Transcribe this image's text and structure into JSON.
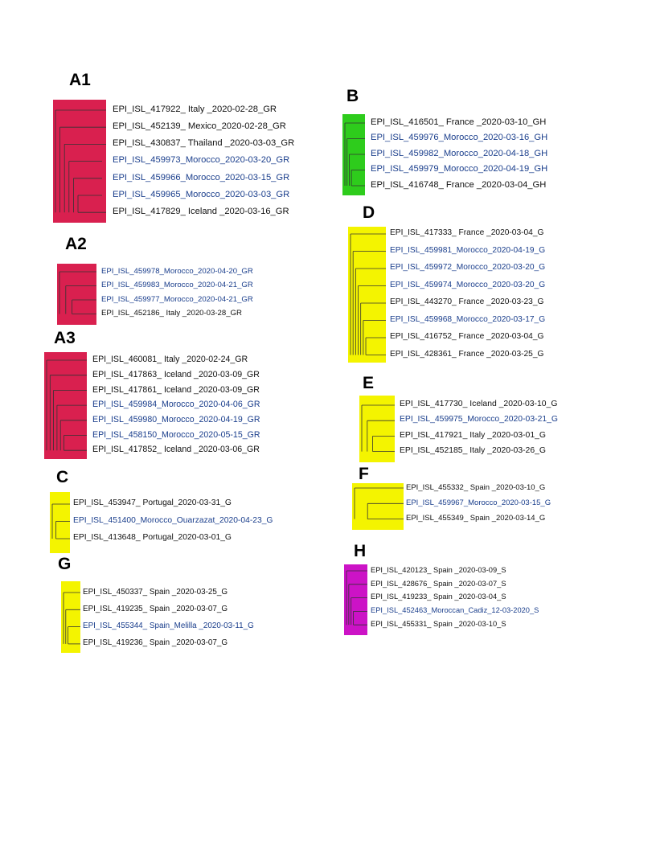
{
  "colors": {
    "red": "#d9204f",
    "green": "#2ecc1c",
    "yellow": "#f4f400",
    "magenta": "#cc13c6",
    "moroccan_text": "#1a3e8c",
    "other_text": "#111111"
  },
  "panels": [
    {
      "id": "A1",
      "label": "A1",
      "color": "red",
      "leaves": [
        {
          "text": "EPI_ISL_417922_ Italy _2020-02-28_GR",
          "moroccan": false
        },
        {
          "text": "EPI_ISL_452139_ Mexico_2020-02-28_GR",
          "moroccan": false
        },
        {
          "text": "EPI_ISL_430837_ Thailand _2020-03-03_GR",
          "moroccan": false
        },
        {
          "text": "EPI_ISL_459973_Morocco_2020-03-20_GR",
          "moroccan": true
        },
        {
          "text": "EPI_ISL_459966_Morocco_2020-03-15_GR",
          "moroccan": true
        },
        {
          "text": "EPI_ISL_459965_Morocco_2020-03-03_GR",
          "moroccan": true
        },
        {
          "text": "EPI_ISL_417829_ Iceland _2020-03-16_GR",
          "moroccan": false
        }
      ]
    },
    {
      "id": "A2",
      "label": "A2",
      "color": "red",
      "leaves": [
        {
          "text": "EPI_ISL_459978_Morocco_2020-04-20_GR",
          "moroccan": true
        },
        {
          "text": "EPI_ISL_459983_Morocco_2020-04-21_GR",
          "moroccan": true
        },
        {
          "text": "EPI_ISL_459977_Morocco_2020-04-21_GR",
          "moroccan": true
        },
        {
          "text": "EPI_ISL_452186_ Italy _2020-03-28_GR",
          "moroccan": false
        }
      ]
    },
    {
      "id": "A3",
      "label": "A3",
      "color": "red",
      "leaves": [
        {
          "text": "EPI_ISL_460081_ Italy _2020-02-24_GR",
          "moroccan": false
        },
        {
          "text": "EPI_ISL_417863_ Iceland _2020-03-09_GR",
          "moroccan": false
        },
        {
          "text": "EPI_ISL_417861_ Iceland _2020-03-09_GR",
          "moroccan": false
        },
        {
          "text": "EPI_ISL_459984_Morocco_2020-04-06_GR",
          "moroccan": true
        },
        {
          "text": "EPI_ISL_459980_Morocco_2020-04-19_GR",
          "moroccan": true
        },
        {
          "text": "EPI_ISL_458150_Morocco_2020-05-15_GR",
          "moroccan": true
        },
        {
          "text": "EPI_ISL_417852_ Iceland _2020-03-06_GR",
          "moroccan": false
        }
      ]
    },
    {
      "id": "C",
      "label": "C",
      "color": "yellow",
      "leaves": [
        {
          "text": "EPI_ISL_453947_ Portugal_2020-03-31_G",
          "moroccan": false
        },
        {
          "text": "EPI_ISL_451400_Morocco_Ouarzazat_2020-04-23_G",
          "moroccan": true
        },
        {
          "text": "EPI_ISL_413648_ Portugal_2020-03-01_G",
          "moroccan": false
        }
      ]
    },
    {
      "id": "G",
      "label": "G",
      "color": "yellow",
      "leaves": [
        {
          "text": "EPI_ISL_450337_ Spain _2020-03-25_G",
          "moroccan": false
        },
        {
          "text": "EPI_ISL_419235_ Spain _2020-03-07_G",
          "moroccan": false
        },
        {
          "text": "EPI_ISL_455344_ Spain_Melilla _2020-03-11_G",
          "moroccan": true
        },
        {
          "text": "EPI_ISL_419236_ Spain _2020-03-07_G",
          "moroccan": false
        }
      ]
    },
    {
      "id": "B",
      "label": "B",
      "color": "green",
      "leaves": [
        {
          "text": "EPI_ISL_416501_ France _2020-03-10_GH",
          "moroccan": false
        },
        {
          "text": "EPI_ISL_459976_Morocco_2020-03-16_GH",
          "moroccan": true
        },
        {
          "text": "EPI_ISL_459982_Morocco_2020-04-18_GH",
          "moroccan": true
        },
        {
          "text": "EPI_ISL_459979_Morocco_2020-04-19_GH",
          "moroccan": true
        },
        {
          "text": "EPI_ISL_416748_ France _2020-03-04_GH",
          "moroccan": false
        }
      ]
    },
    {
      "id": "D",
      "label": "D",
      "color": "yellow",
      "leaves": [
        {
          "text": "EPI_ISL_417333_ France _2020-03-04_G",
          "moroccan": false
        },
        {
          "text": "EPI_ISL_459981_Morocco_2020-04-19_G",
          "moroccan": true
        },
        {
          "text": "EPI_ISL_459972_Morocco_2020-03-20_G",
          "moroccan": true
        },
        {
          "text": "EPI_ISL_459974_Morocco_2020-03-20_G",
          "moroccan": true
        },
        {
          "text": "EPI_ISL_443270_ France _2020-03-23_G",
          "moroccan": false
        },
        {
          "text": "EPI_ISL_459968_Morocco_2020-03-17_G",
          "moroccan": true
        },
        {
          "text": "EPI_ISL_416752_ France _2020-03-04_G",
          "moroccan": false
        },
        {
          "text": "EPI_ISL_428361_ France _2020-03-25_G",
          "moroccan": false
        }
      ]
    },
    {
      "id": "E",
      "label": "E",
      "color": "yellow",
      "leaves": [
        {
          "text": "EPI_ISL_417730_ Iceland _2020-03-10_G",
          "moroccan": false
        },
        {
          "text": "EPI_ISL_459975_Morocco_2020-03-21_G",
          "moroccan": true
        },
        {
          "text": "EPI_ISL_417921_ Italy _2020-03-01_G",
          "moroccan": false
        },
        {
          "text": "EPI_ISL_452185_ Italy _2020-03-26_G",
          "moroccan": false
        }
      ]
    },
    {
      "id": "F",
      "label": "F",
      "color": "yellow",
      "leaves": [
        {
          "text": "EPI_ISL_455332_ Spain _2020-03-10_G",
          "moroccan": false
        },
        {
          "text": "EPI_ISL_459967_Morocco_2020-03-15_G",
          "moroccan": true
        },
        {
          "text": "EPI_ISL_455349_ Spain _2020-03-14_G",
          "moroccan": false
        }
      ]
    },
    {
      "id": "H",
      "label": "H",
      "color": "magenta",
      "leaves": [
        {
          "text": "EPI_ISL_420123_ Spain _2020-03-09_S",
          "moroccan": false
        },
        {
          "text": "EPI_ISL_428676_ Spain _2020-03-07_S",
          "moroccan": false
        },
        {
          "text": "EPI_ISL_419233_ Spain _2020-03-04_S",
          "moroccan": false
        },
        {
          "text": "EPI_ISL_452463_Moroccan_Cadiz_12-03-2020_S",
          "moroccan": true
        },
        {
          "text": "EPI_ISL_455331_ Spain _2020-03-10_S",
          "moroccan": false
        }
      ]
    }
  ]
}
